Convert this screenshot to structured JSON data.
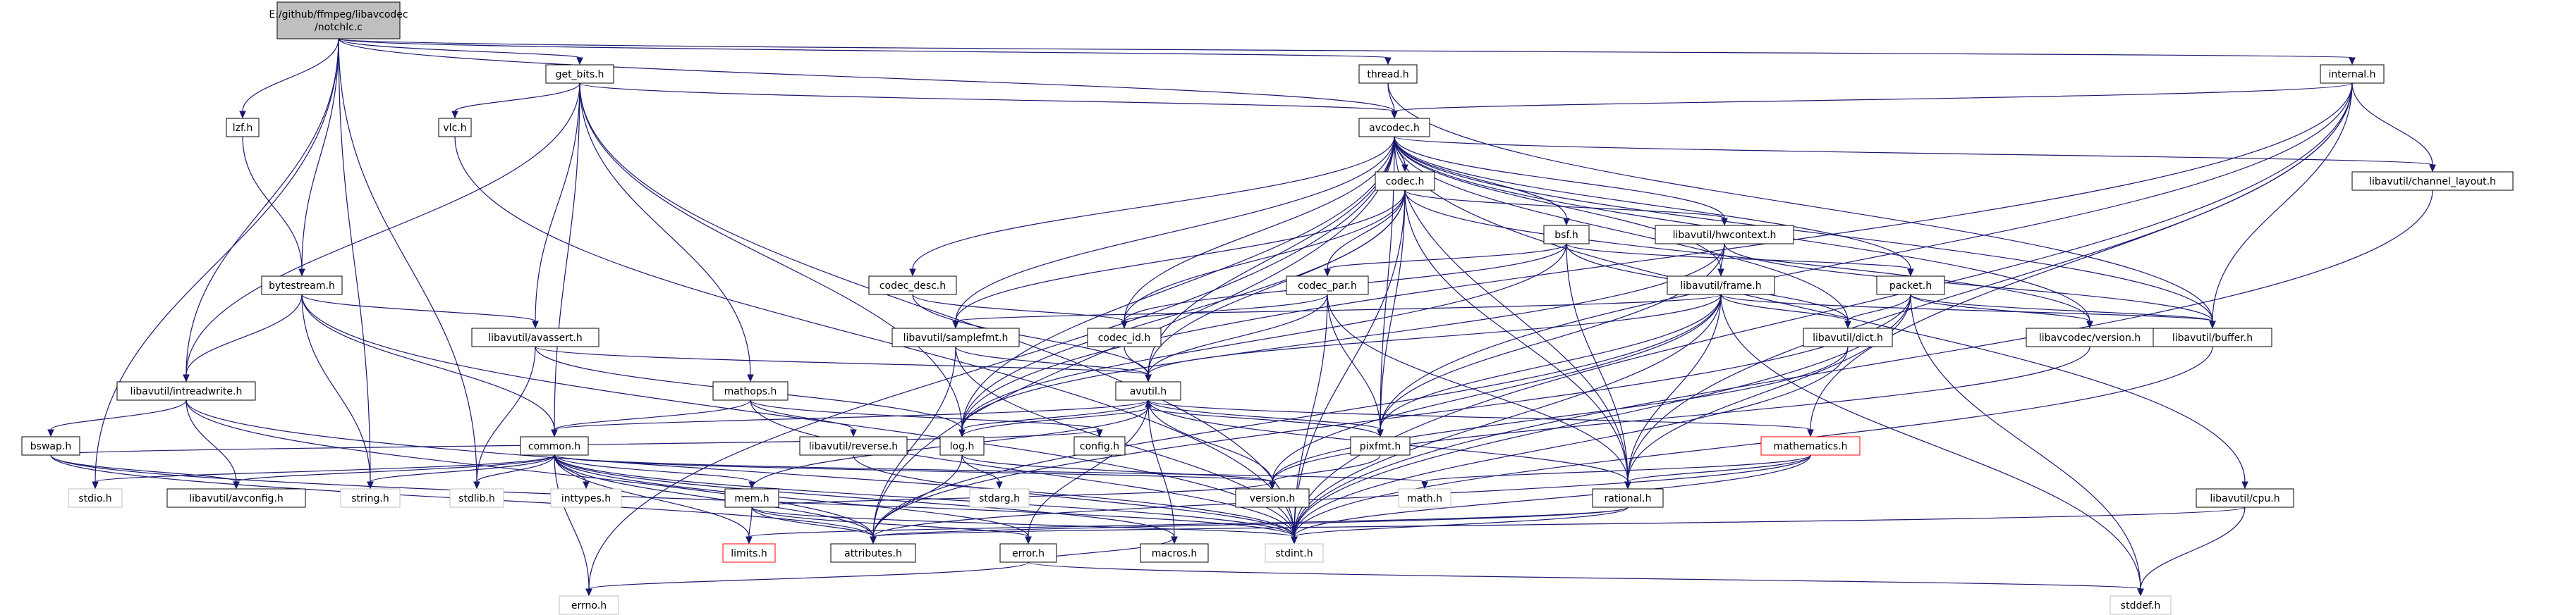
{
  "graph": {
    "nodes": {
      "root": {
        "lines": [
          "E:/github/ffmpeg/libavcodec",
          "/notchlc.c"
        ]
      },
      "get_bits": {
        "lines": [
          "get_bits.h"
        ]
      },
      "thread": {
        "lines": [
          "thread.h"
        ]
      },
      "internal": {
        "lines": [
          "internal.h"
        ]
      },
      "lzf": {
        "lines": [
          "lzf.h"
        ]
      },
      "vlc": {
        "lines": [
          "vlc.h"
        ]
      },
      "avcodec": {
        "lines": [
          "avcodec.h"
        ]
      },
      "bytestream": {
        "lines": [
          "bytestream.h"
        ]
      },
      "codec": {
        "lines": [
          "codec.h"
        ]
      },
      "bsf": {
        "lines": [
          "bsf.h"
        ]
      },
      "hwcontext": {
        "lines": [
          "libavutil/hwcontext.h"
        ]
      },
      "channel_layout": {
        "lines": [
          "libavutil/channel_layout.h"
        ]
      },
      "codec_desc": {
        "lines": [
          "codec_desc.h"
        ]
      },
      "codec_par": {
        "lines": [
          "codec_par.h"
        ]
      },
      "frame": {
        "lines": [
          "libavutil/frame.h"
        ]
      },
      "packet": {
        "lines": [
          "packet.h"
        ]
      },
      "avassert": {
        "lines": [
          "libavutil/avassert.h"
        ]
      },
      "samplefmt": {
        "lines": [
          "libavutil/samplefmt.h"
        ]
      },
      "codec_id": {
        "lines": [
          "codec_id.h"
        ]
      },
      "dict": {
        "lines": [
          "libavutil/dict.h"
        ]
      },
      "lavc_version": {
        "lines": [
          "libavcodec/version.h"
        ]
      },
      "buffer": {
        "lines": [
          "libavutil/buffer.h"
        ]
      },
      "intreadwrite": {
        "lines": [
          "libavutil/intreadwrite.h"
        ]
      },
      "mathops": {
        "lines": [
          "mathops.h"
        ]
      },
      "avutil": {
        "lines": [
          "avutil.h"
        ]
      },
      "bswap": {
        "lines": [
          "bswap.h"
        ]
      },
      "common": {
        "lines": [
          "common.h"
        ]
      },
      "reverse": {
        "lines": [
          "libavutil/reverse.h"
        ]
      },
      "log": {
        "lines": [
          "log.h"
        ]
      },
      "config": {
        "lines": [
          "config.h"
        ]
      },
      "pixfmt": {
        "lines": [
          "pixfmt.h"
        ]
      },
      "mathematics": {
        "lines": [
          "mathematics.h"
        ]
      },
      "cpu": {
        "lines": [
          "libavutil/cpu.h"
        ]
      },
      "stdio": {
        "lines": [
          "stdio.h"
        ]
      },
      "avconfig": {
        "lines": [
          "libavutil/avconfig.h"
        ]
      },
      "string": {
        "lines": [
          "string.h"
        ]
      },
      "stdlib": {
        "lines": [
          "stdlib.h"
        ]
      },
      "inttypes": {
        "lines": [
          "inttypes.h"
        ]
      },
      "mem": {
        "lines": [
          "mem.h"
        ]
      },
      "stdarg": {
        "lines": [
          "stdarg.h"
        ]
      },
      "version": {
        "lines": [
          "version.h"
        ]
      },
      "math": {
        "lines": [
          "math.h"
        ]
      },
      "rational": {
        "lines": [
          "rational.h"
        ]
      },
      "limits": {
        "lines": [
          "limits.h"
        ]
      },
      "attributes": {
        "lines": [
          "attributes.h"
        ]
      },
      "error": {
        "lines": [
          "error.h"
        ]
      },
      "macros": {
        "lines": [
          "macros.h"
        ]
      },
      "stdint": {
        "lines": [
          "stdint.h"
        ]
      },
      "errno": {
        "lines": [
          "errno.h"
        ]
      },
      "stddef": {
        "lines": [
          "stddef.h"
        ]
      }
    },
    "edges": [
      [
        "root",
        "get_bits"
      ],
      [
        "root",
        "thread"
      ],
      [
        "root",
        "internal"
      ],
      [
        "root",
        "avcodec"
      ],
      [
        "root",
        "lzf"
      ],
      [
        "root",
        "bytestream"
      ],
      [
        "root",
        "intreadwrite"
      ],
      [
        "root",
        "stdio"
      ],
      [
        "root",
        "string"
      ],
      [
        "root",
        "stdlib"
      ],
      [
        "get_bits",
        "avcodec"
      ],
      [
        "get_bits",
        "vlc"
      ],
      [
        "get_bits",
        "intreadwrite"
      ],
      [
        "get_bits",
        "avassert"
      ],
      [
        "get_bits",
        "common"
      ],
      [
        "get_bits",
        "mathops"
      ],
      [
        "get_bits",
        "log"
      ],
      [
        "get_bits",
        "stdint"
      ],
      [
        "thread",
        "avcodec"
      ],
      [
        "thread",
        "buffer"
      ],
      [
        "internal",
        "avcodec"
      ],
      [
        "internal",
        "channel_layout"
      ],
      [
        "internal",
        "buffer"
      ],
      [
        "internal",
        "log"
      ],
      [
        "internal",
        "mathematics"
      ],
      [
        "internal",
        "rational"
      ],
      [
        "internal",
        "pixfmt"
      ],
      [
        "internal",
        "stdint"
      ],
      [
        "lzf",
        "bytestream"
      ],
      [
        "vlc",
        "stdint"
      ],
      [
        "bytestream",
        "intreadwrite"
      ],
      [
        "bytestream",
        "avassert"
      ],
      [
        "bytestream",
        "common"
      ],
      [
        "bytestream",
        "string"
      ],
      [
        "bytestream",
        "stdint"
      ],
      [
        "avcodec",
        "codec"
      ],
      [
        "avcodec",
        "bsf"
      ],
      [
        "avcodec",
        "hwcontext"
      ],
      [
        "avcodec",
        "channel_layout"
      ],
      [
        "avcodec",
        "codec_desc"
      ],
      [
        "avcodec",
        "codec_id"
      ],
      [
        "avcodec",
        "frame"
      ],
      [
        "avcodec",
        "packet"
      ],
      [
        "avcodec",
        "samplefmt"
      ],
      [
        "avcodec",
        "dict"
      ],
      [
        "avcodec",
        "lavc_version"
      ],
      [
        "avcodec",
        "buffer"
      ],
      [
        "avcodec",
        "cpu"
      ],
      [
        "avcodec",
        "avutil"
      ],
      [
        "avcodec",
        "log"
      ],
      [
        "avcodec",
        "pixfmt"
      ],
      [
        "avcodec",
        "rational"
      ],
      [
        "avcodec",
        "attributes"
      ],
      [
        "avcodec",
        "errno"
      ],
      [
        "codec",
        "codec_par"
      ],
      [
        "codec",
        "codec_id"
      ],
      [
        "codec",
        "hwcontext"
      ],
      [
        "codec",
        "samplefmt"
      ],
      [
        "codec",
        "avutil"
      ],
      [
        "codec",
        "log"
      ],
      [
        "codec",
        "pixfmt"
      ],
      [
        "codec",
        "rational"
      ],
      [
        "codec",
        "lavc_version"
      ],
      [
        "codec",
        "stdint"
      ],
      [
        "bsf",
        "codec_par"
      ],
      [
        "bsf",
        "packet"
      ],
      [
        "bsf",
        "codec_id"
      ],
      [
        "bsf",
        "dict"
      ],
      [
        "bsf",
        "log"
      ],
      [
        "bsf",
        "rational"
      ],
      [
        "hwcontext",
        "buffer"
      ],
      [
        "hwcontext",
        "frame"
      ],
      [
        "hwcontext",
        "log"
      ],
      [
        "hwcontext",
        "pixfmt"
      ],
      [
        "channel_layout",
        "stdint"
      ],
      [
        "codec_desc",
        "codec_id"
      ],
      [
        "codec_desc",
        "avutil"
      ],
      [
        "codec_par",
        "codec_id"
      ],
      [
        "codec_par",
        "avutil"
      ],
      [
        "codec_par",
        "pixfmt"
      ],
      [
        "codec_par",
        "rational"
      ],
      [
        "codec_par",
        "stdint"
      ],
      [
        "frame",
        "avutil"
      ],
      [
        "frame",
        "buffer"
      ],
      [
        "frame",
        "dict"
      ],
      [
        "frame",
        "rational"
      ],
      [
        "frame",
        "samplefmt"
      ],
      [
        "frame",
        "pixfmt"
      ],
      [
        "frame",
        "version"
      ],
      [
        "frame",
        "stddef"
      ],
      [
        "frame",
        "stdint"
      ],
      [
        "frame",
        "attributes"
      ],
      [
        "packet",
        "buffer"
      ],
      [
        "packet",
        "dict"
      ],
      [
        "packet",
        "rational"
      ],
      [
        "packet",
        "lavc_version"
      ],
      [
        "packet",
        "attributes"
      ],
      [
        "packet",
        "stddef"
      ],
      [
        "packet",
        "stdint"
      ],
      [
        "avassert",
        "avutil"
      ],
      [
        "avassert",
        "stdlib"
      ],
      [
        "avassert",
        "log"
      ],
      [
        "samplefmt",
        "avutil"
      ],
      [
        "samplefmt",
        "attributes"
      ],
      [
        "samplefmt",
        "stdint"
      ],
      [
        "codec_id",
        "avutil"
      ],
      [
        "dict",
        "stdint"
      ],
      [
        "dict",
        "version"
      ],
      [
        "lavc_version",
        "version"
      ],
      [
        "buffer",
        "stdint"
      ],
      [
        "intreadwrite",
        "avconfig"
      ],
      [
        "intreadwrite",
        "bswap"
      ],
      [
        "intreadwrite",
        "attributes"
      ],
      [
        "intreadwrite",
        "stdint"
      ],
      [
        "mathops",
        "common"
      ],
      [
        "mathops",
        "config"
      ],
      [
        "mathops",
        "reverse"
      ],
      [
        "mathops",
        "stdint"
      ],
      [
        "avutil",
        "common"
      ],
      [
        "avutil",
        "error"
      ],
      [
        "avutil",
        "version"
      ],
      [
        "avutil",
        "macros"
      ],
      [
        "avutil",
        "mathematics"
      ],
      [
        "avutil",
        "rational"
      ],
      [
        "avutil",
        "log"
      ],
      [
        "avutil",
        "pixfmt"
      ],
      [
        "bswap",
        "avconfig"
      ],
      [
        "bswap",
        "attributes"
      ],
      [
        "bswap",
        "config"
      ],
      [
        "bswap",
        "stdint"
      ],
      [
        "common",
        "errno"
      ],
      [
        "common",
        "inttypes"
      ],
      [
        "common",
        "limits"
      ],
      [
        "common",
        "math"
      ],
      [
        "common",
        "stdint"
      ],
      [
        "common",
        "stdio"
      ],
      [
        "common",
        "stdlib"
      ],
      [
        "common",
        "string"
      ],
      [
        "common",
        "attributes"
      ],
      [
        "common",
        "macros"
      ],
      [
        "common",
        "version"
      ],
      [
        "common",
        "avconfig"
      ],
      [
        "common",
        "mem"
      ],
      [
        "common",
        "error"
      ],
      [
        "reverse",
        "stdint"
      ],
      [
        "log",
        "stdarg"
      ],
      [
        "log",
        "avutil"
      ],
      [
        "log",
        "attributes"
      ],
      [
        "log",
        "version"
      ],
      [
        "pixfmt",
        "avutil"
      ],
      [
        "pixfmt",
        "version"
      ],
      [
        "mathematics",
        "stdint"
      ],
      [
        "mathematics",
        "math"
      ],
      [
        "mathematics",
        "attributes"
      ],
      [
        "mathematics",
        "rational"
      ],
      [
        "mathematics",
        "intfloat"
      ],
      [
        "cpu",
        "attributes"
      ],
      [
        "cpu",
        "stddef"
      ],
      [
        "mem",
        "limits"
      ],
      [
        "mem",
        "stdint"
      ],
      [
        "mem",
        "attributes"
      ],
      [
        "mem",
        "error"
      ],
      [
        "mem",
        "avutil"
      ],
      [
        "mem",
        "version"
      ],
      [
        "rational",
        "stdint"
      ],
      [
        "rational",
        "limits"
      ],
      [
        "rational",
        "attributes"
      ],
      [
        "error",
        "errno"
      ],
      [
        "error",
        "stddef"
      ],
      [
        "error",
        "macros"
      ]
    ]
  }
}
